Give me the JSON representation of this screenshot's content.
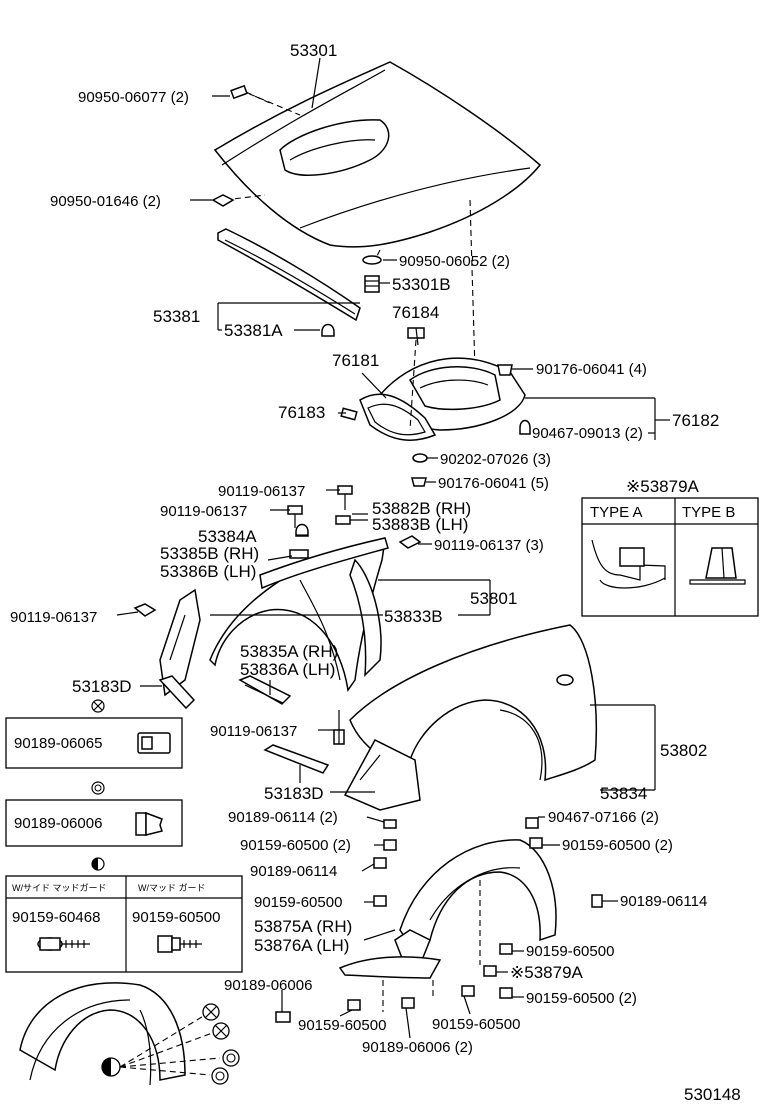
{
  "diagram": {
    "doc_number": "530148",
    "labels": [
      {
        "id": "l01",
        "text": "53301"
      },
      {
        "id": "l02",
        "text": "90950-06077 (2)"
      },
      {
        "id": "l03",
        "text": "90950-01646 (2)"
      },
      {
        "id": "l04",
        "text": "90950-06052 (2)"
      },
      {
        "id": "l05",
        "text": "53301B"
      },
      {
        "id": "l06",
        "text": "53381"
      },
      {
        "id": "l07",
        "text": "53381A"
      },
      {
        "id": "l08",
        "text": "76184"
      },
      {
        "id": "l09",
        "text": "76181"
      },
      {
        "id": "l10",
        "text": "90176-06041 (4)"
      },
      {
        "id": "l11",
        "text": "76183"
      },
      {
        "id": "l12",
        "text": "76182"
      },
      {
        "id": "l13",
        "text": "90467-09013 (2)"
      },
      {
        "id": "l14",
        "text": "90202-07026 (3)"
      },
      {
        "id": "l15",
        "text": "90176-06041 (5)"
      },
      {
        "id": "l16",
        "text": "90119-06137"
      },
      {
        "id": "l17",
        "text": "90119-06137"
      },
      {
        "id": "l18",
        "text": "53882B (RH)"
      },
      {
        "id": "l19",
        "text": "53883B (LH)"
      },
      {
        "id": "l20",
        "text": "53384A"
      },
      {
        "id": "l21",
        "text": "53385B (RH)"
      },
      {
        "id": "l22",
        "text": "53386B (LH)"
      },
      {
        "id": "l23",
        "text": "90119-06137 (3)"
      },
      {
        "id": "l24",
        "text": "90119-06137"
      },
      {
        "id": "l25",
        "text": "53801"
      },
      {
        "id": "l26",
        "text": "53833B"
      },
      {
        "id": "l27",
        "text": "53835A (RH)"
      },
      {
        "id": "l28",
        "text": "53836A (LH)"
      },
      {
        "id": "l29",
        "text": "53183D"
      },
      {
        "id": "l30",
        "text": "90119-06137"
      },
      {
        "id": "l31",
        "text": "53802"
      },
      {
        "id": "l32",
        "text": "53183D"
      },
      {
        "id": "l33",
        "text": "53834"
      },
      {
        "id": "l34",
        "text": "90189-06114 (2)"
      },
      {
        "id": "l35",
        "text": "90467-07166 (2)"
      },
      {
        "id": "l36",
        "text": "90159-60500 (2)"
      },
      {
        "id": "l37",
        "text": "90159-60500 (2)"
      },
      {
        "id": "l38",
        "text": "90189-06114"
      },
      {
        "id": "l39",
        "text": "90159-60500"
      },
      {
        "id": "l40",
        "text": "90189-06114"
      },
      {
        "id": "l41",
        "text": "53875A (RH)"
      },
      {
        "id": "l42",
        "text": "53876A (LH)"
      },
      {
        "id": "l43",
        "text": "90159-60500"
      },
      {
        "id": "l44",
        "text": "※53879A"
      },
      {
        "id": "l45",
        "text": "90189-06006"
      },
      {
        "id": "l46",
        "text": "90159-60500 (2)"
      },
      {
        "id": "l47",
        "text": "90159-60500"
      },
      {
        "id": "l48",
        "text": "90159-60500"
      },
      {
        "id": "l49",
        "text": "90189-06006 (2)"
      }
    ],
    "type_box": {
      "title": "※53879A",
      "type_a": "TYPE A",
      "type_b": "TYPE B"
    },
    "legend_x": {
      "symbol": "⊗",
      "part": "90189-06065"
    },
    "legend_o": {
      "symbol": "◎",
      "part": "90189-06006"
    },
    "legend_half": {
      "symbol": "◐",
      "col1_header": "W/サイド マッドガード",
      "col2_header": "W/マッド ガード",
      "col1_part": "90159-60468",
      "col2_part": "90159-60500"
    }
  }
}
